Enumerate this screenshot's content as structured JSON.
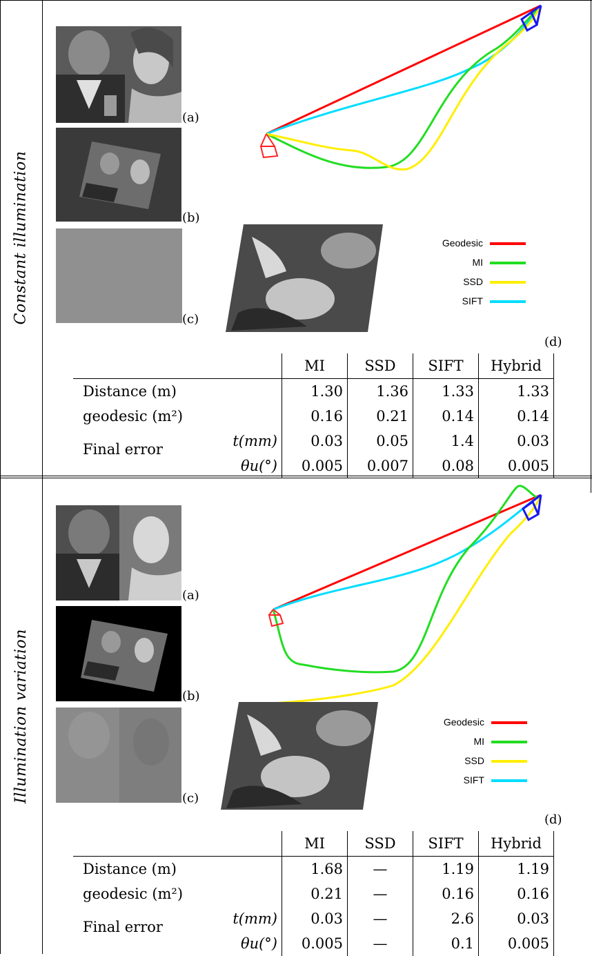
{
  "sections": [
    {
      "id": "constant",
      "side_label": "Constant illumination",
      "tags": {
        "a": "(a)",
        "b": "(b)",
        "c": "(c)",
        "d": "(d)"
      },
      "legend": [
        {
          "label": "Geodesic",
          "color": "#ff0000"
        },
        {
          "label": "MI",
          "color": "#22dd22"
        },
        {
          "label": "SSD",
          "color": "#ffee00"
        },
        {
          "label": "SIFT",
          "color": "#00ddff"
        }
      ],
      "table": {
        "headers": [
          "MI",
          "SSD",
          "SIFT",
          "Hybrid"
        ],
        "rows": [
          {
            "label": "Distance (m)",
            "values": [
              "1.30",
              "1.36",
              "1.33",
              "1.33"
            ]
          },
          {
            "label": "geodesic (m²)",
            "values": [
              "0.16",
              "0.21",
              "0.14",
              "0.14"
            ]
          },
          {
            "label": "t(mm)",
            "values": [
              "0.03",
              "0.05",
              "1.4",
              "0.03"
            ]
          },
          {
            "label": "θu(°)",
            "values": [
              "0.005",
              "0.007",
              "0.08",
              "0.005"
            ]
          }
        ],
        "final_error_label": "Final error"
      }
    },
    {
      "id": "variation",
      "side_label": "Illumination variation",
      "tags": {
        "a": "(a)",
        "b": "(b)",
        "c": "(c)",
        "d": "(d)"
      },
      "legend": [
        {
          "label": "Geodesic",
          "color": "#ff0000"
        },
        {
          "label": "MI",
          "color": "#22dd22"
        },
        {
          "label": "SSD",
          "color": "#ffee00"
        },
        {
          "label": "SIFT",
          "color": "#00ddff"
        }
      ],
      "table": {
        "headers": [
          "MI",
          "SSD",
          "SIFT",
          "Hybrid"
        ],
        "rows": [
          {
            "label": "Distance (m)",
            "values": [
              "1.68",
              "—",
              "1.19",
              "1.19"
            ]
          },
          {
            "label": "geodesic (m²)",
            "values": [
              "0.21",
              "—",
              "0.16",
              "0.16"
            ]
          },
          {
            "label": "t(mm)",
            "values": [
              "0.03",
              "—",
              "2.6",
              "0.03"
            ]
          },
          {
            "label": "θu(°)",
            "values": [
              "0.005",
              "—",
              "0.1",
              "0.005"
            ]
          }
        ],
        "final_error_label": "Final error"
      }
    }
  ]
}
